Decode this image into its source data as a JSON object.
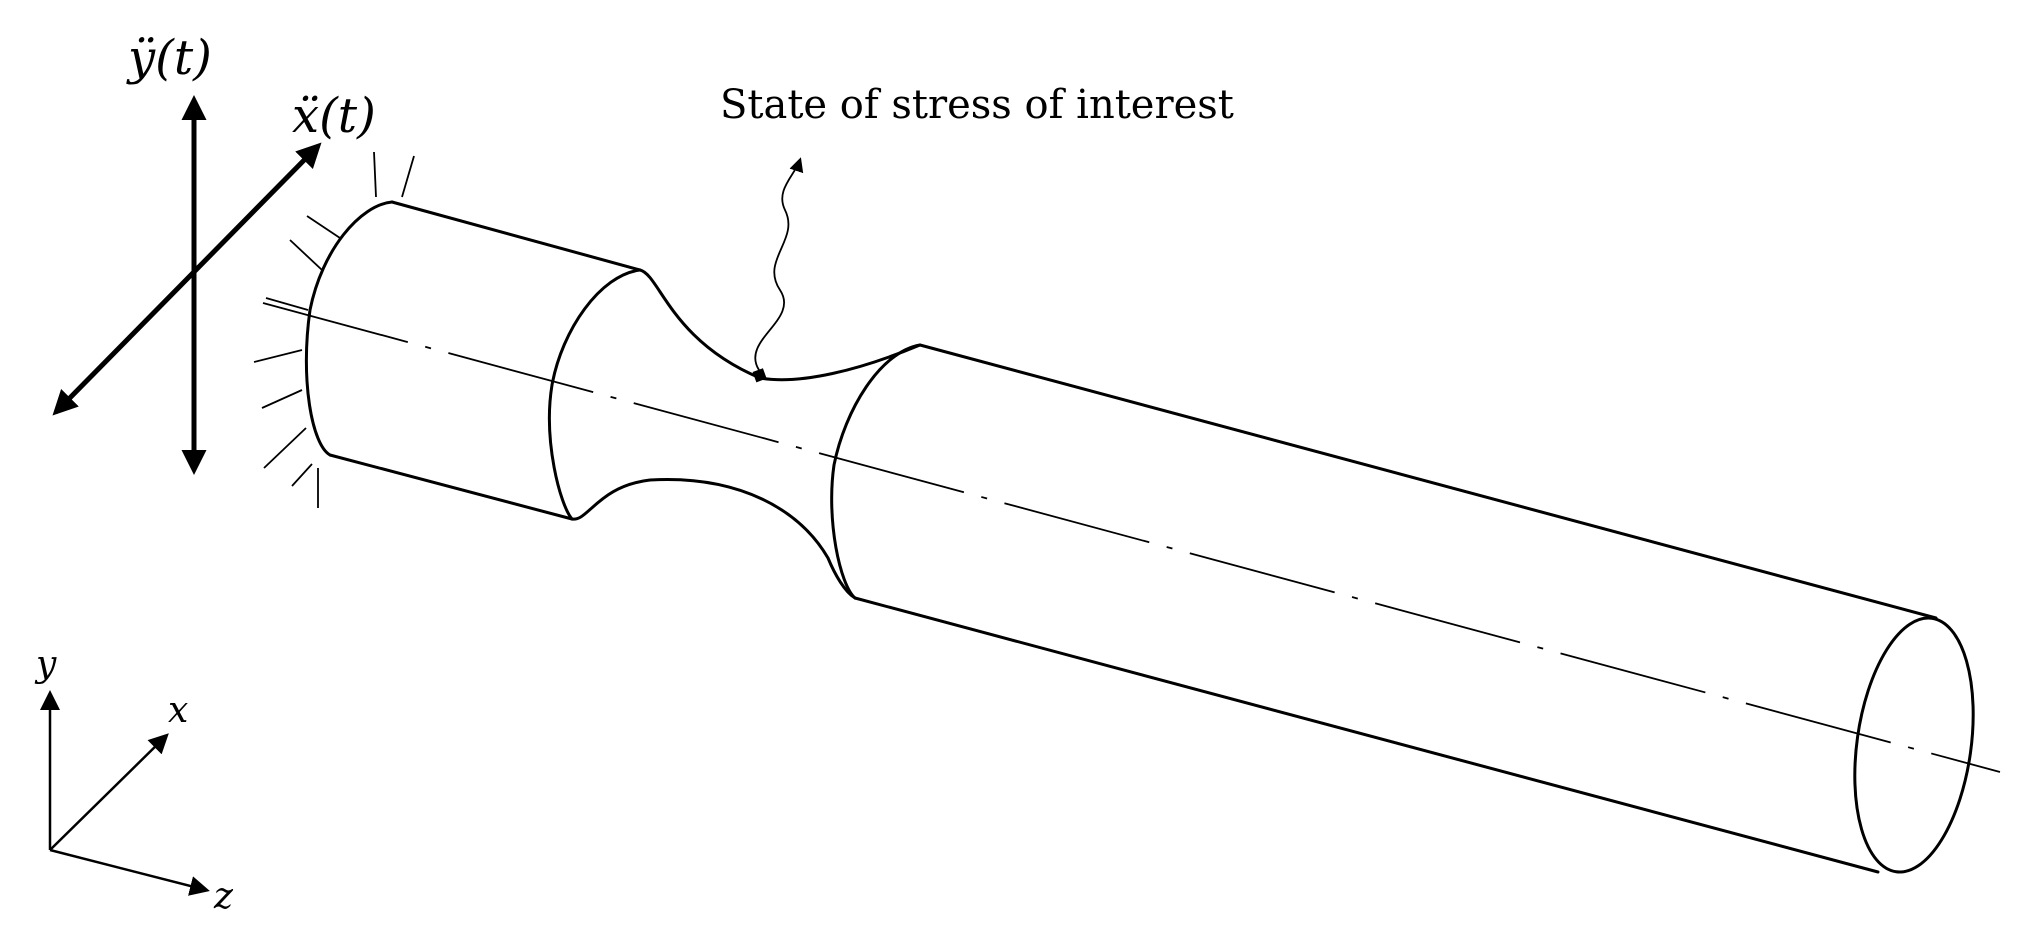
{
  "labels": {
    "accel_y": "ÿ(t)",
    "accel_x": "ẍ(t)",
    "annotation": "State of stress of interest",
    "axis_y": "y",
    "axis_x": "x",
    "axis_z": "z"
  },
  "colors": {
    "stroke": "#000000",
    "background": "#ffffff"
  }
}
